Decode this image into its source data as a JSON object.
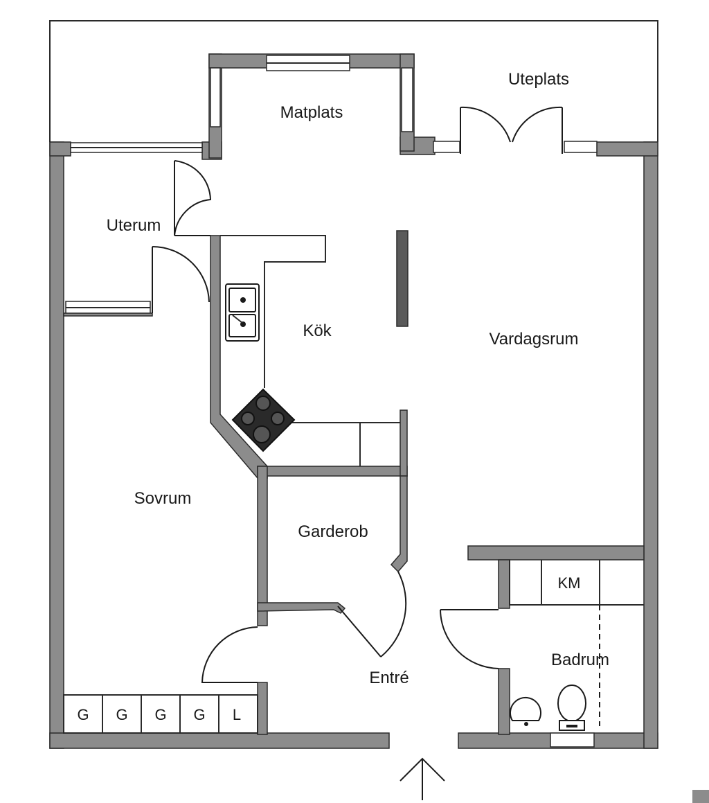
{
  "rooms": {
    "matplats": "Matplats",
    "uteplats": "Uteplats",
    "uterum": "Uterum",
    "kok": "Kök",
    "vardagsrum": "Vardagsrum",
    "sovrum": "Sovrum",
    "garderob": "Garderob",
    "entre": "Entré",
    "badrum": "Badrum"
  },
  "fixtures": {
    "km": "KM",
    "closets": [
      "G",
      "G",
      "G",
      "G",
      "L"
    ]
  },
  "colors": {
    "wall": "#8c8c8c",
    "line": "#2a2a2a",
    "background": "#ffffff"
  }
}
